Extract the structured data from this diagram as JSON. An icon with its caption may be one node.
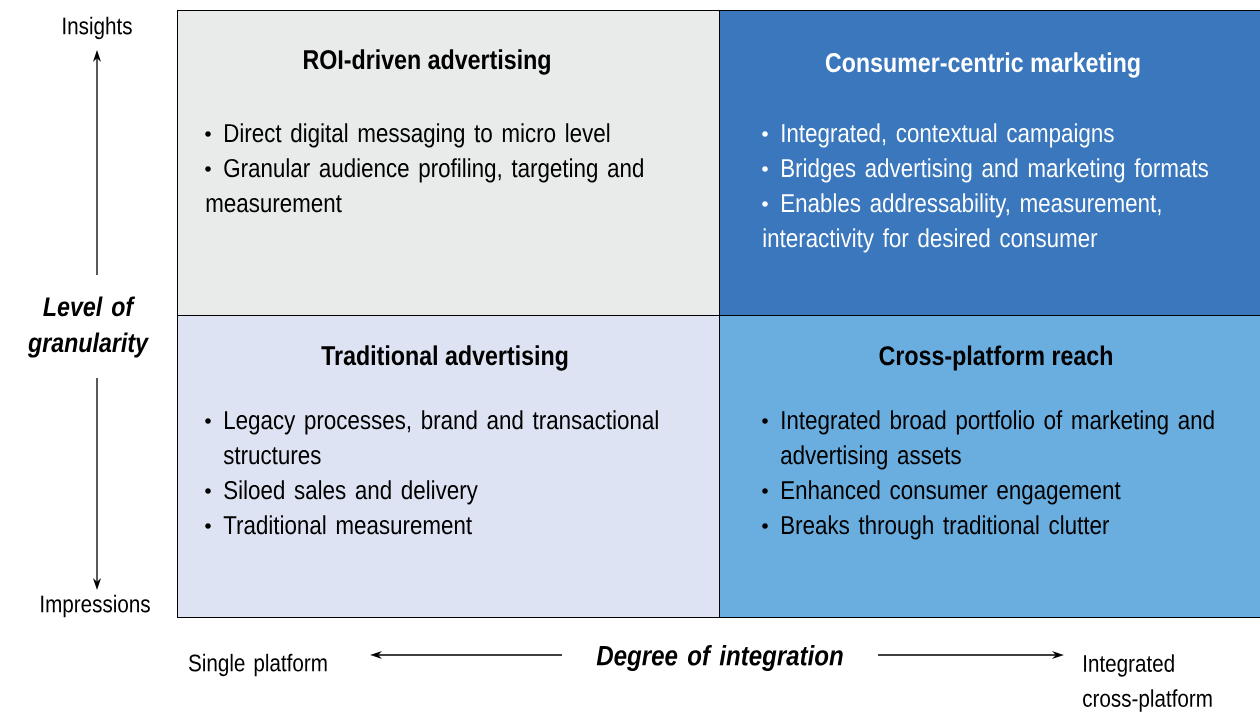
{
  "diagram": {
    "nodes": [
      {
        "text": [
          "ROI-driven advertising",
          "Direct digital messaging to micro level",
          "Granular audience profiling, targeting and measurement"
        ]
      },
      {
        "text": [
          "Consumer-centric marketing",
          "Integrated, contextual campaigns",
          "Bridges advertising and marketing formats",
          "Enables addressability, measurement, interactivity for desired consumer"
        ]
      },
      {
        "text": [
          "Traditional advertising",
          "Legacy processes, brand and transactional structures",
          "Siloed sales and delivery",
          "Traditional measurement"
        ]
      },
      {
        "text": [
          "Cross-platform reach",
          "Integrated broad portfolio of marketing and advertising assets",
          "Enhanced consumer engagement",
          "Breaks through traditional clutter"
        ]
      }
    ],
    "labels": [
      "Insights",
      "Level of granularity",
      "Impressions",
      "Single platform",
      "Degree of integration",
      "Integrated cross-platform"
    ]
  }
}
